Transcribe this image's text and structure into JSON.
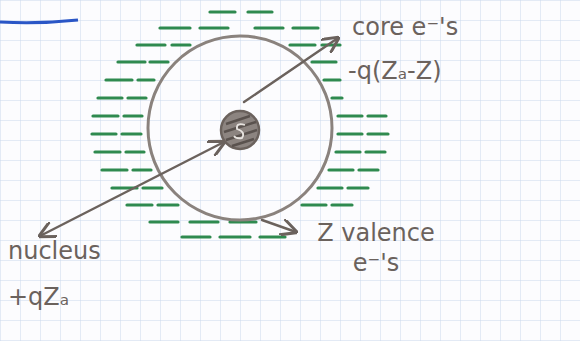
{
  "diagram": {
    "labels": [
      "core e⁻'s",
      "-q(Zₐ-Z)",
      "nucleus",
      "+qZₐ",
      "Z valence e⁻'s"
    ]
  }
}
